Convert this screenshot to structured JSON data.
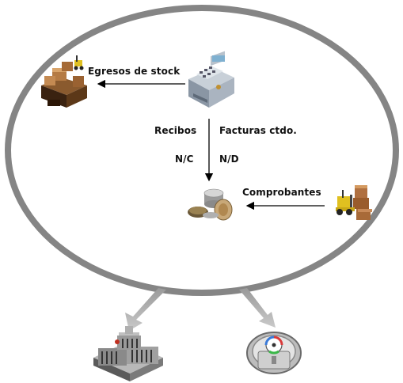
{
  "labels": {
    "egresos": "Egresos de stock",
    "recibos": "Recibos",
    "facturas": "Facturas ctdo.",
    "nc": "N/C",
    "nd": "N/D",
    "comprobantes": "Comprobantes"
  },
  "icons": {
    "warehouse_boxes": "boxes-forklift-icon",
    "cash_register": "cash-register-icon",
    "coins": "coins-icon",
    "forklift": "forklift-icon",
    "bank": "bank-building-icon",
    "safe": "safe-icon"
  },
  "colors": {
    "ellipse": "#858585",
    "text": "#111111",
    "arrow": "#000000"
  }
}
